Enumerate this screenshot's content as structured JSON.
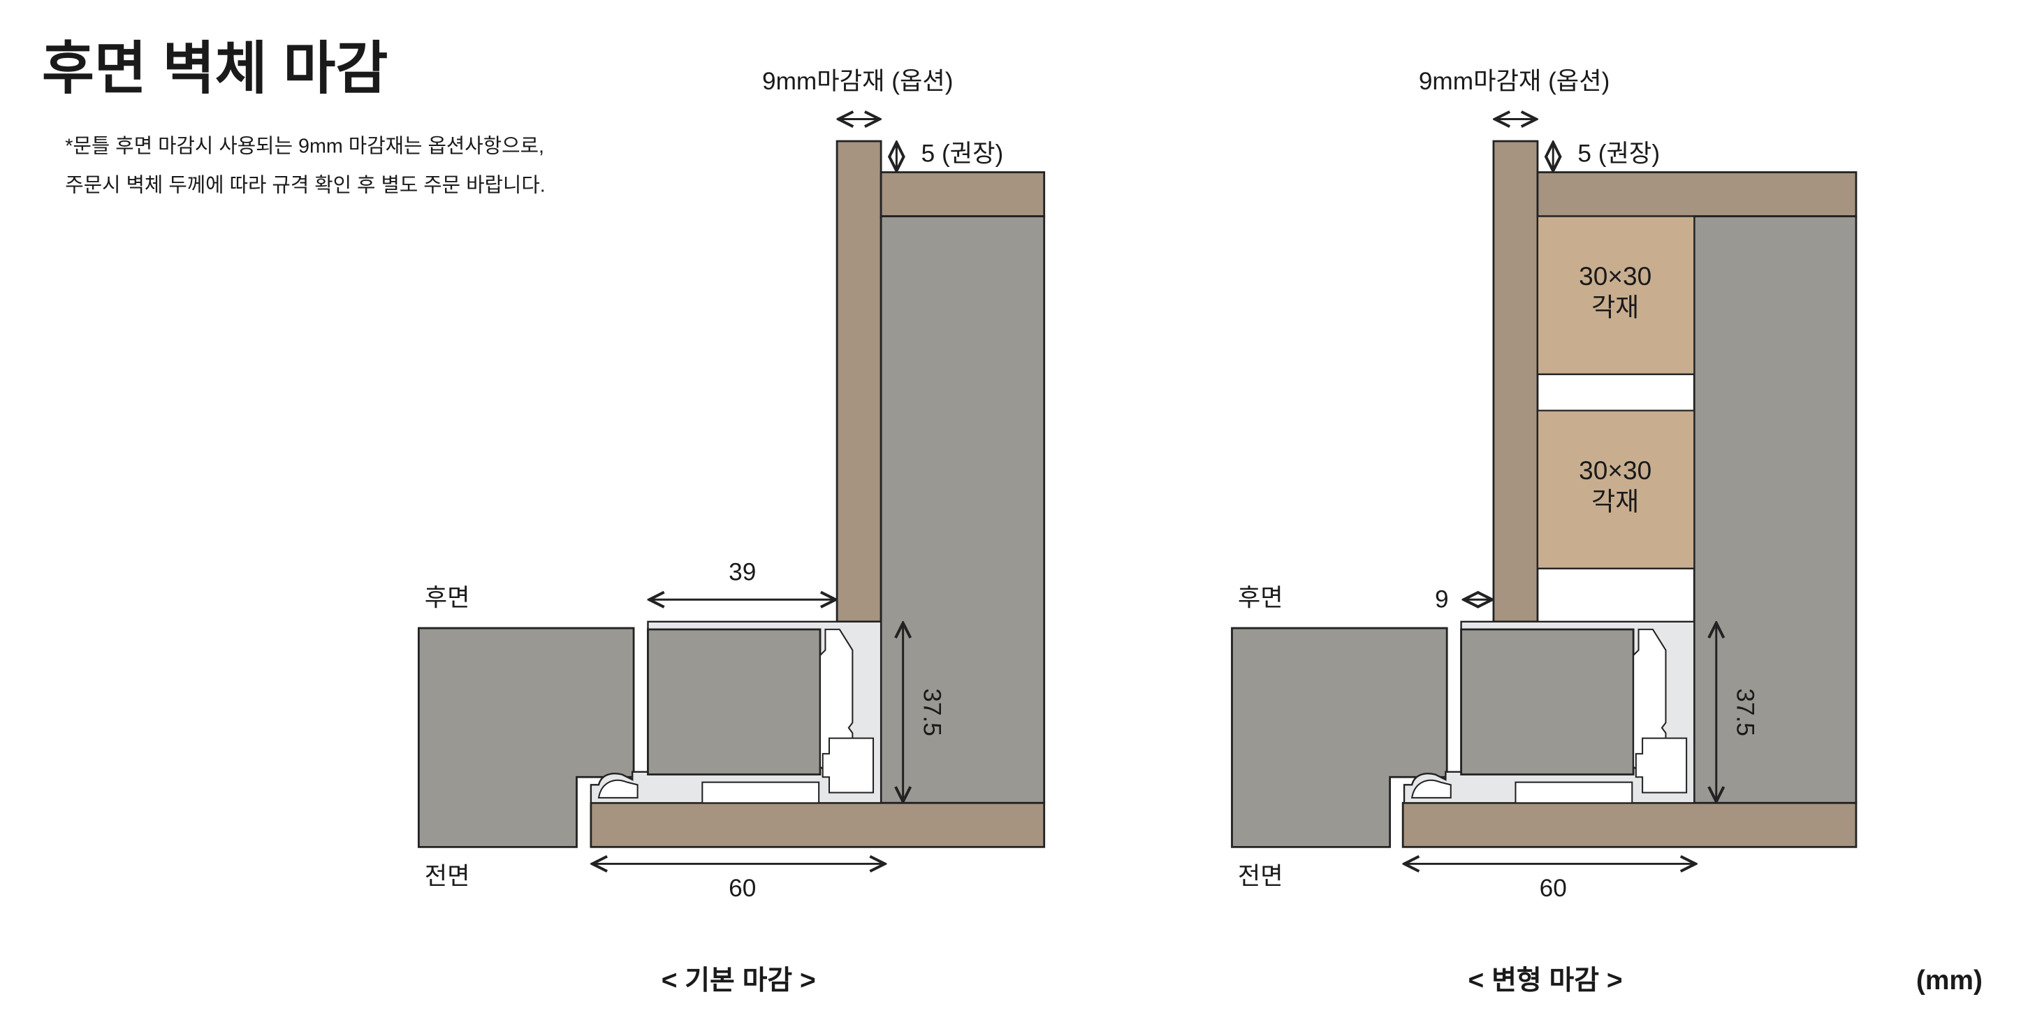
{
  "title": "후면 벽체 마감",
  "notes": [
    "*문틀 후면 마감시 사용되는 9mm 마감재는 옵션사항으로,",
    "주문시 벽체 두께에 따라 규격 확인 후 별도 주문 바랍니다."
  ],
  "unit": "(mm)",
  "colors": {
    "trim": "#a69380",
    "wall": "#999893",
    "block": "#c8ae8f",
    "profile": "#e6e7e8"
  },
  "diagrams": [
    {
      "caption": "< 기본 마감 >",
      "trim_label": "9mm마감재 (옵션)",
      "gap_label": "5 (권장)",
      "rear": "후면",
      "front": "전면",
      "dim_top": "39",
      "dim_height": "37.5",
      "dim_bottom": "60"
    },
    {
      "caption": "< 변형 마감 >",
      "trim_label": "9mm마감재 (옵션)",
      "gap_label": "5 (권장)",
      "rear": "후면",
      "front": "전면",
      "dim_side": "9",
      "dim_height": "37.5",
      "dim_bottom": "60",
      "blocks": [
        {
          "line1": "30×30",
          "line2": "각재"
        },
        {
          "line1": "30×30",
          "line2": "각재"
        }
      ]
    }
  ]
}
